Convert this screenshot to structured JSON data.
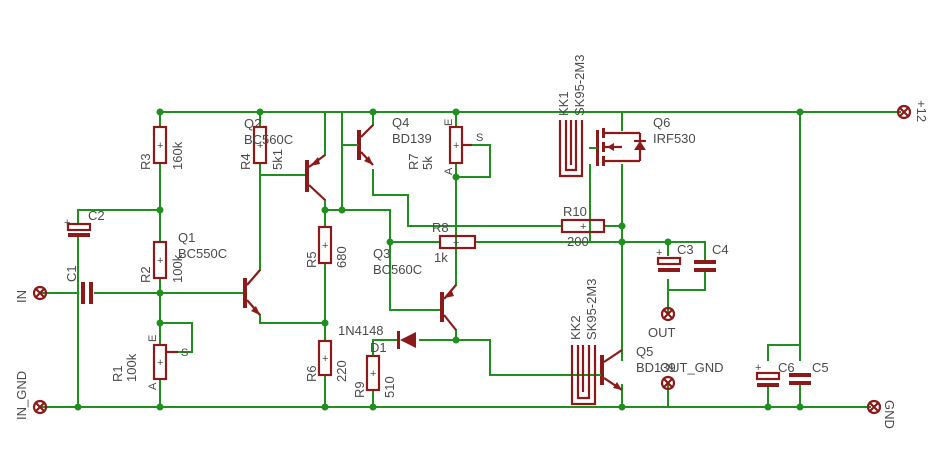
{
  "labels": {
    "IN": "IN",
    "IN_GND": "IN_GND",
    "OUT": "OUT",
    "OUT_GND": "OUT_GND",
    "GND": "GND",
    "V12": "+12",
    "C1": "C1",
    "C2": "C2",
    "C3": "C3",
    "C4": "C4",
    "C5": "C5",
    "C6": "C6",
    "R1": "R1",
    "R1v": "100k",
    "R2": "R2",
    "R2v": "100k",
    "R3": "R3",
    "R3v": "160k",
    "R4": "R4",
    "R4v": "5k1",
    "R5": "R5",
    "R5v": "680",
    "R6": "R6",
    "R6v": "220",
    "R7": "R7",
    "R7v": "5k",
    "R8": "R8",
    "R8v": "1k",
    "R9": "R9",
    "R9v": "510",
    "R10": "R10",
    "R10v": "200",
    "Q1": "Q1",
    "Q1v": "BC550C",
    "Q2": "Q2",
    "Q2v": "BC560C",
    "Q3": "Q3",
    "Q3v": "BC560C",
    "Q4": "Q4",
    "Q4v": "BD139",
    "Q5": "Q5",
    "Q5v": "BD139",
    "Q6": "Q6",
    "Q6v": "IRF530",
    "D1": "D1",
    "D1v": "1N4148",
    "KK1": "KK1",
    "KK1v": "SK95-2M3",
    "KK2": "KK2",
    "KK2v": "SK95-2M3",
    "A": "A",
    "E": "E",
    "S": "S"
  },
  "colors": {
    "wire": "#1f8f1f",
    "component": "#8b1a1a",
    "text": "#4a4a4a"
  }
}
